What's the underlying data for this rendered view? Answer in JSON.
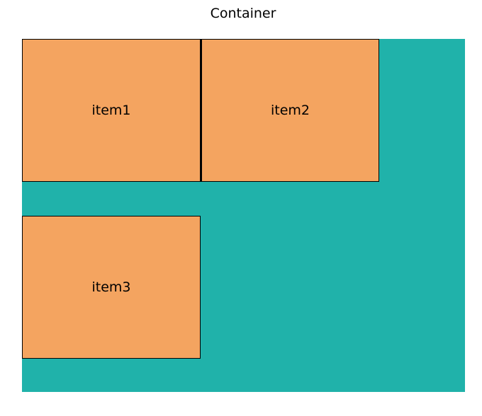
{
  "title": "Container",
  "colors": {
    "container": "#20b2aa",
    "item": "#f4a460",
    "border": "#000000"
  },
  "items": [
    {
      "label": "item1"
    },
    {
      "label": "item2"
    },
    {
      "label": "item3"
    }
  ]
}
